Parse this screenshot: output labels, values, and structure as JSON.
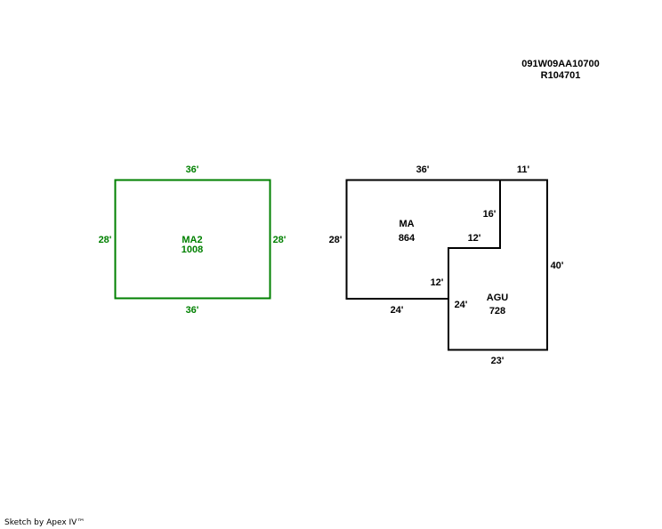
{
  "parcel": {
    "id": "091W09AA10700",
    "account": "R104701"
  },
  "credit": "Sketch by Apex IV™",
  "colors": {
    "ma2": "#008000",
    "main": "#000000"
  },
  "areas": {
    "ma2": {
      "code": "MA2",
      "sqft": "1008",
      "top": "36'",
      "bottom": "36'",
      "left": "28'",
      "right": "28'"
    },
    "ma": {
      "code": "MA",
      "sqft": "864",
      "top": "36'",
      "left": "28'",
      "bottom": "24'",
      "notch_vertical": "16'",
      "notch_horizontal": "12'",
      "inner_vertical": "12'"
    },
    "agu": {
      "code": "AGU",
      "sqft": "728",
      "top": "11'",
      "right": "40'",
      "bottom": "23'",
      "left": "24'"
    }
  }
}
